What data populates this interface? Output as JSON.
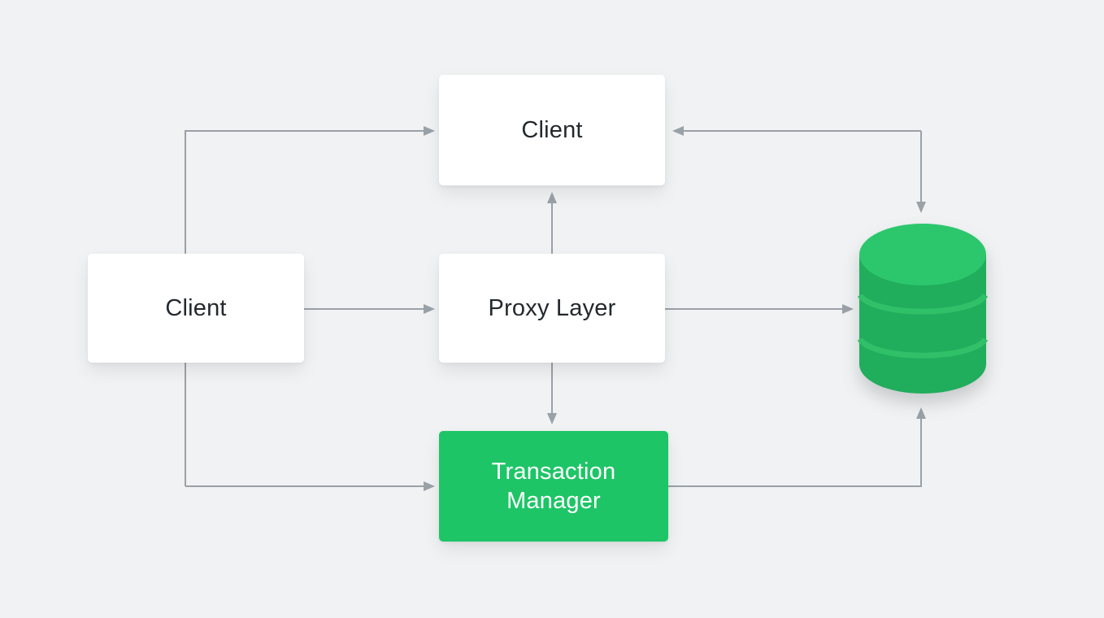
{
  "diagram": {
    "nodes": {
      "client_top": {
        "label": "Client",
        "shape": "rounded-rect",
        "fill": "#ffffff"
      },
      "client_left": {
        "label": "Client",
        "shape": "rounded-rect",
        "fill": "#ffffff"
      },
      "proxy_layer": {
        "label": "Proxy Layer",
        "shape": "rounded-rect",
        "fill": "#ffffff"
      },
      "transaction_manager": {
        "label": "Transaction Manager",
        "shape": "rounded-rect",
        "fill": "#1dc566"
      },
      "database": {
        "label": "",
        "shape": "database-cylinder",
        "fill": "#20ad5c"
      }
    },
    "edges": [
      {
        "from": "client_left",
        "to": "client_top",
        "route": "up-then-right",
        "arrow": "end"
      },
      {
        "from": "client_left",
        "to": "proxy_layer",
        "route": "straight-right",
        "arrow": "end"
      },
      {
        "from": "client_left",
        "to": "transaction_manager",
        "route": "down-then-right",
        "arrow": "end"
      },
      {
        "from": "proxy_layer",
        "to": "client_top",
        "route": "straight-up",
        "arrow": "end"
      },
      {
        "from": "proxy_layer",
        "to": "transaction_manager",
        "route": "straight-down",
        "arrow": "end"
      },
      {
        "from": "proxy_layer",
        "to": "database",
        "route": "straight-right",
        "arrow": "end"
      },
      {
        "from": "database",
        "to": "client_top",
        "route": "up-then-left",
        "arrow": "both-ends-on-shared-path"
      },
      {
        "from": "transaction_manager",
        "to": "database",
        "route": "right-then-up",
        "arrow": "end"
      }
    ],
    "colors": {
      "background": "#f0f2f3",
      "connector": "#9aa1a7",
      "accent_green": "#1dc566",
      "database_top": "#2cc76d",
      "database_body": "#20ad5c",
      "database_stripe": "#30c068",
      "text_dark": "#24292e",
      "text_light": "#ffffff"
    }
  }
}
